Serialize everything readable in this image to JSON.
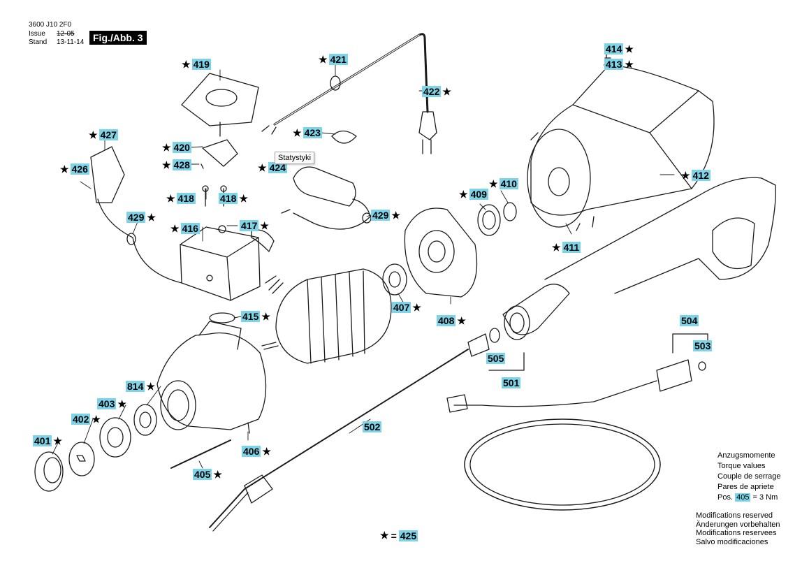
{
  "header": {
    "doc_number": "3600 J10 2F0",
    "issue_label": "Issue",
    "issue_value": "12-05",
    "stand_label": "Stand",
    "stand_value": "13-11-14",
    "figure_label": "Fig./Abb. 3"
  },
  "tooltip": "Statystyki",
  "parts": [
    {
      "id": "419",
      "star": true
    },
    {
      "id": "421",
      "star": true
    },
    {
      "id": "422",
      "star": true
    },
    {
      "id": "414",
      "star": true
    },
    {
      "id": "413",
      "star": true
    },
    {
      "id": "427",
      "star": true
    },
    {
      "id": "423",
      "star": true
    },
    {
      "id": "420",
      "star": true
    },
    {
      "id": "428",
      "star": true
    },
    {
      "id": "424",
      "star": true
    },
    {
      "id": "426",
      "star": true
    },
    {
      "id": "412",
      "star": true
    },
    {
      "id": "418",
      "star": true
    },
    {
      "id": "418",
      "star": true
    },
    {
      "id": "410",
      "star": true
    },
    {
      "id": "409",
      "star": true
    },
    {
      "id": "429",
      "star": true
    },
    {
      "id": "429",
      "star": true
    },
    {
      "id": "416",
      "star": true
    },
    {
      "id": "417",
      "star": true
    },
    {
      "id": "411",
      "star": true
    },
    {
      "id": "415",
      "star": true
    },
    {
      "id": "407",
      "star": true
    },
    {
      "id": "408",
      "star": true
    },
    {
      "id": "504",
      "star": false
    },
    {
      "id": "503",
      "star": false
    },
    {
      "id": "505",
      "star": false
    },
    {
      "id": "501",
      "star": false
    },
    {
      "id": "814",
      "star": true
    },
    {
      "id": "403",
      "star": true
    },
    {
      "id": "402",
      "star": true
    },
    {
      "id": "502",
      "star": false
    },
    {
      "id": "401",
      "star": true
    },
    {
      "id": "406",
      "star": true
    },
    {
      "id": "405",
      "star": true
    }
  ],
  "torque_note": {
    "line1": "Anzugsmomente",
    "line2": "Torque values",
    "line3": "Couple de serrage",
    "line4": "Pares de apriete",
    "pos_prefix": "Pos.",
    "pos_number": "405",
    "pos_suffix": "= 3 Nm"
  },
  "modifications": [
    "Modifications reserved",
    "Änderungen vorbehalten",
    "Modifications reservees",
    "Salvo modificaciones"
  ],
  "legend": {
    "star": "★",
    "equals": "=",
    "number": "425"
  },
  "colors": {
    "highlight": "#7dd3e8",
    "line": "#1a1a1a"
  }
}
